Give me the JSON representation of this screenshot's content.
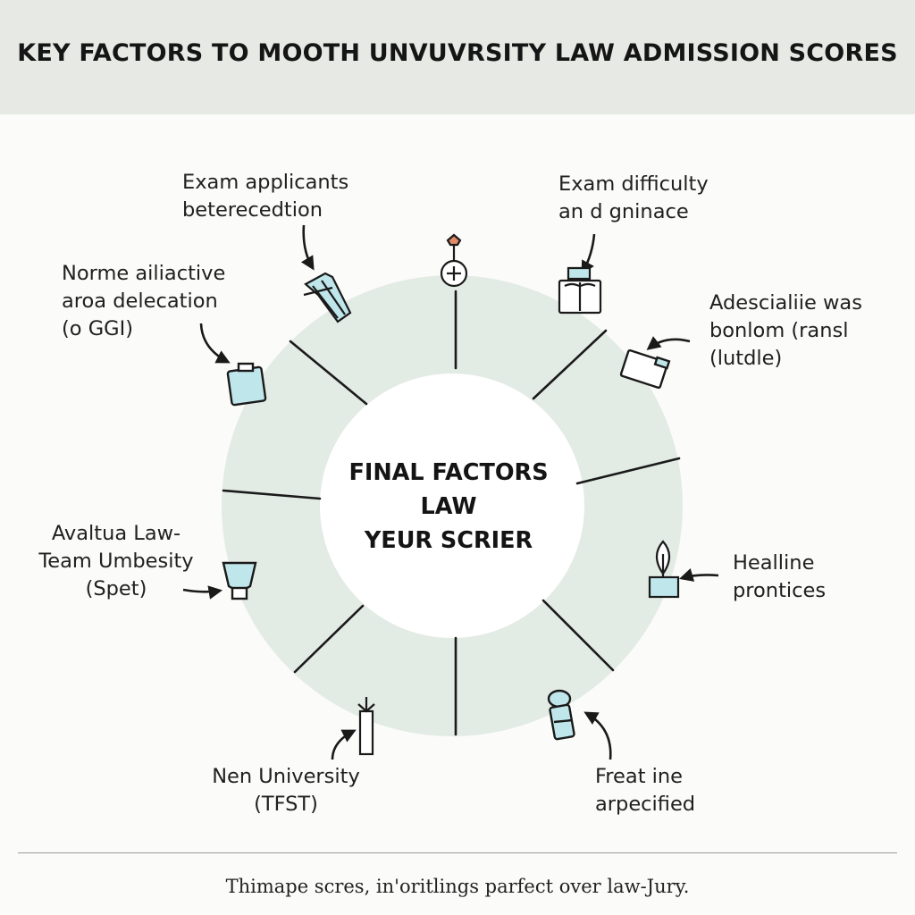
{
  "title": "KEY FACTORS TO MOOTH UNVUVRSITY LAW ADMISSION SCORES",
  "center": {
    "line1": "FINAL FACTORS",
    "line2": "LAW",
    "line3": "YEUR SCRIER"
  },
  "factors": [
    {
      "lines": [
        "Exam applicants",
        "beterecedtion"
      ],
      "icon": "bundle-icon"
    },
    {
      "lines": [
        "Exam difficulty",
        "an d gninace"
      ],
      "icon": "open-book-icon"
    },
    {
      "lines": [
        "Norme ailiactive",
        "aroa delecation",
        "(o GGI)"
      ],
      "icon": "document-clipboard-icon"
    },
    {
      "lines": [
        "Adescialiie was",
        "bonlom (ransl",
        "(lutdle)"
      ],
      "icon": "folder-card-icon"
    },
    {
      "lines": [
        "Avaltua Law-",
        "Team Umbesity",
        "(Spet)"
      ],
      "icon": "trophy-cup-icon"
    },
    {
      "lines": [
        "Healline",
        "prontices"
      ],
      "icon": "plant-pot-icon"
    },
    {
      "lines": [
        "Nen University",
        "(TFST)"
      ],
      "icon": "pencil-tube-icon"
    },
    {
      "lines": [
        "Freat ine",
        "arpecified"
      ],
      "icon": "lamp-column-icon"
    }
  ],
  "top_icon": "compass-plus-icon",
  "footer": "Thimape scres, in'oritlings parfect over law-Jury.",
  "colors": {
    "header_bg": "#e6e9e4",
    "ring_fill": "#e3ebe5",
    "icon_fill": "#bfe6ea",
    "line": "#1a1a1a"
  }
}
